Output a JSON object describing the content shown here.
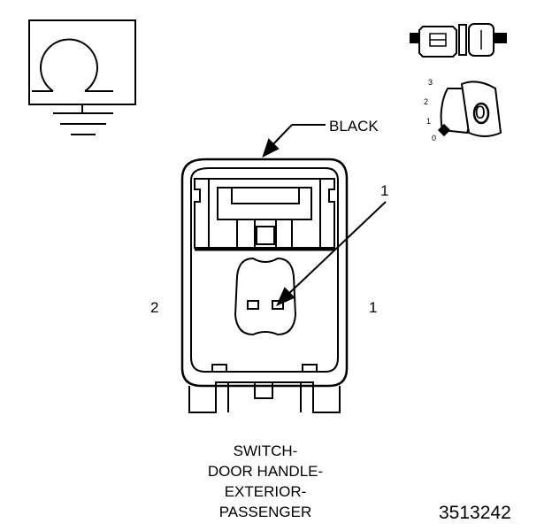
{
  "connector": {
    "color_label": "BLACK",
    "callout_number": "1",
    "terminal_left": "2",
    "terminal_right": "1"
  },
  "title_lines": [
    "SWITCH-",
    "DOOR HANDLE-",
    "EXTERIOR-",
    "PASSENGER"
  ],
  "figure_number": "3513242",
  "ignition_dial": {
    "positions": [
      "3",
      "2",
      "1",
      "0"
    ],
    "key_text": "0"
  },
  "icons": [
    "ohm-symbol-icon",
    "ground-icon",
    "connector-plug-icon",
    "ignition-key-icon"
  ]
}
